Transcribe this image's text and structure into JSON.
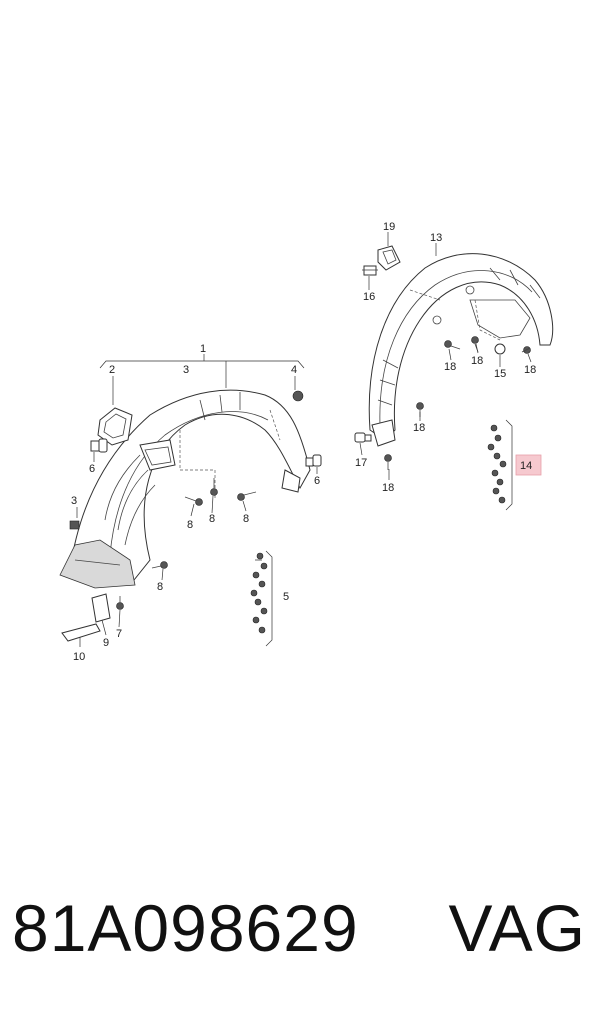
{
  "callouts": {
    "c1": "1",
    "c2": "2",
    "c3a": "3",
    "c3b": "3",
    "c4": "4",
    "c5": "5",
    "c6a": "6",
    "c6b": "6",
    "c7": "7",
    "c8a": "8",
    "c8b": "8",
    "c8c": "8",
    "c8d": "8",
    "c9": "9",
    "c10": "10",
    "c13": "13",
    "c14": "14",
    "c15": "15",
    "c16": "16",
    "c17": "17",
    "c18a": "18",
    "c18b": "18",
    "c18c": "18",
    "c18d": "18",
    "c18e": "18",
    "c19": "19"
  },
  "highlight_color": "#f6c9cf",
  "footer": {
    "part_number": "81A098629",
    "brand": "VAG"
  }
}
